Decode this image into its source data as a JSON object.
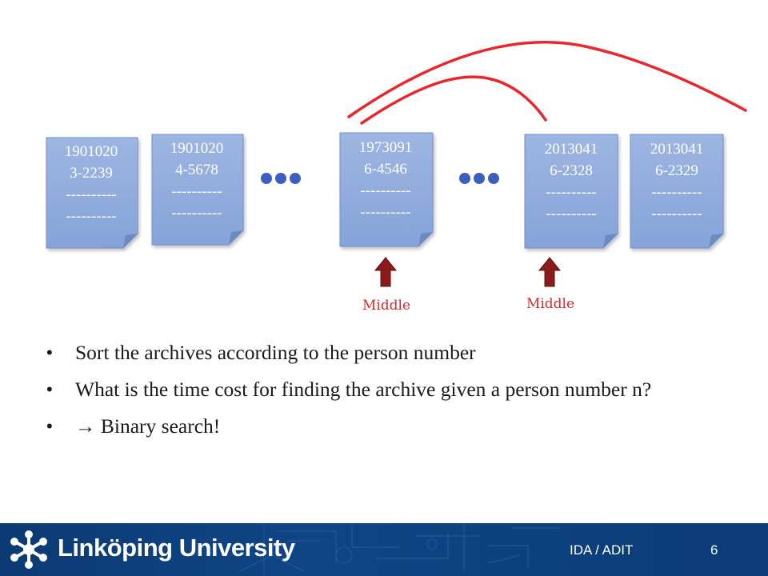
{
  "documents": [
    {
      "line1": "1901020",
      "line2": "3-2239",
      "line3": "----------",
      "line4": "----------"
    },
    {
      "line1": "1901020",
      "line2": "4-5678",
      "line3": "----------",
      "line4": "----------"
    },
    {
      "line1": "1973091",
      "line2": "6-4546",
      "line3": "----------",
      "line4": "----------"
    },
    {
      "line1": "2013041",
      "line2": "6-2328",
      "line3": "----------",
      "line4": "----------"
    },
    {
      "line1": "2013041",
      "line2": "6-2329",
      "line3": "----------",
      "line4": "----------"
    }
  ],
  "markers": [
    {
      "label": "Middle"
    },
    {
      "label": "Middle"
    }
  ],
  "bullets": [
    "Sort the archives according to the person number",
    "What is the time cost for finding the archive given a person number n?",
    "→ Binary search!"
  ],
  "bullet_symbol": "•",
  "footer": {
    "university": "Linköping University",
    "department": "IDA / ADIT",
    "page_number": "6"
  },
  "colors": {
    "document_fill": "#8eaadb",
    "document_stroke": "#6f8fd0",
    "ellipsis_dot": "#3a5fbf",
    "arc": "#e8262b",
    "arrow": "#8b1a1a",
    "footer_bg": "#0f4585"
  }
}
